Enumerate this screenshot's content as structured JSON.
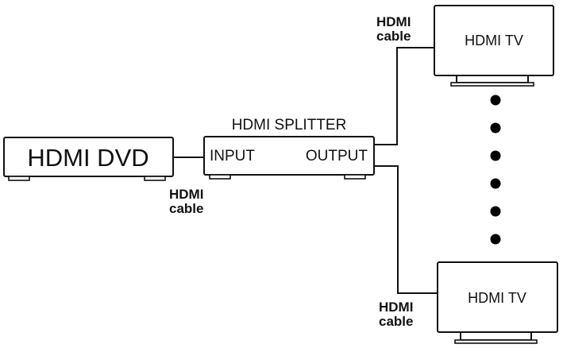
{
  "diagram": {
    "source_device": {
      "label": "HDMI DVD"
    },
    "splitter": {
      "title": "HDMI SPLITTER",
      "input_label": "INPUT",
      "output_label": "OUTPUT"
    },
    "displays": [
      {
        "label": "HDMI TV"
      },
      {
        "label": "HDMI TV"
      }
    ],
    "cables": [
      {
        "line1": "HDMI",
        "line2": "cable"
      },
      {
        "line1": "HDMI",
        "line2": "cable"
      },
      {
        "line1": "HDMI",
        "line2": "cable"
      }
    ],
    "continuation_dots": 6
  },
  "colors": {
    "line": "#111111",
    "background": "#ffffff"
  }
}
